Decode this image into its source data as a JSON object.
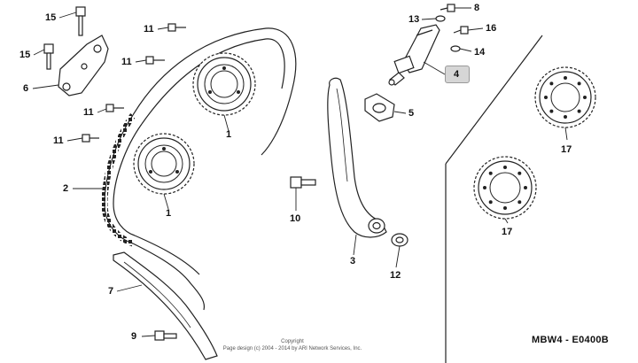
{
  "callouts": {
    "c1a": "1",
    "c1b": "1",
    "c2": "2",
    "c3": "3",
    "c4": "4",
    "c5": "5",
    "c6": "6",
    "c7": "7",
    "c8": "8",
    "c9": "9",
    "c10": "10",
    "c11a": "11",
    "c11b": "11",
    "c11c": "11",
    "c11d": "11",
    "c12": "12",
    "c13": "13",
    "c14": "14",
    "c15a": "15",
    "c15b": "15",
    "c16": "16",
    "c17a": "17",
    "c17b": "17"
  },
  "copyright": {
    "line1": "Copyright",
    "line2": "Page design (c) 2004 - 2014 by ARI Network Services, Inc."
  },
  "ref_code": "MBW4 - E0400B",
  "colors": {
    "line": "#222222",
    "highlight": "#d6d6d6"
  }
}
